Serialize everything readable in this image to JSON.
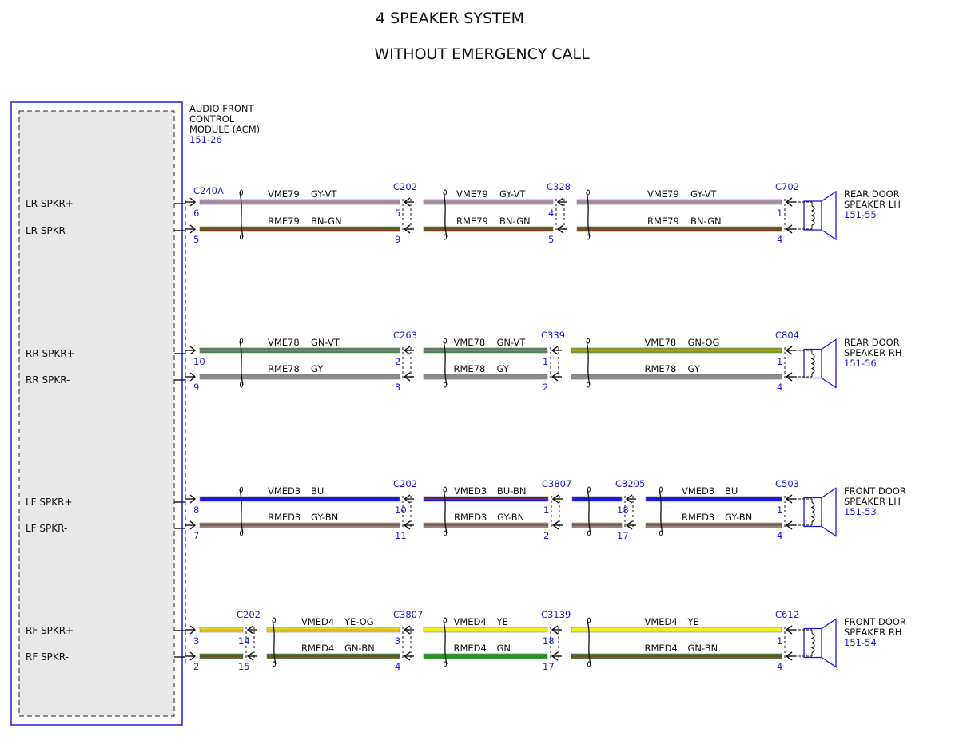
{
  "title": {
    "line1": "4 SPEAKER SYSTEM",
    "line2": "WITHOUT EMERGENCY CALL"
  },
  "acm": {
    "name": [
      "AUDIO FRONT",
      "CONTROL",
      "MODULE (ACM)"
    ],
    "ref": "151-26",
    "connector": "C240A"
  },
  "circuits": [
    {
      "id": "lr",
      "signals": [
        "LR SPKR+",
        "LR SPKR-"
      ],
      "speaker": {
        "name": [
          "REAR DOOR",
          "SPEAKER LH"
        ],
        "ref": "151-55"
      },
      "connectors": [
        {
          "name": "",
          "pins": [
            "6",
            "5"
          ]
        },
        {
          "name": "C202",
          "pins": [
            "5",
            "9"
          ]
        },
        {
          "name": "C328",
          "pins": [
            "4",
            "5"
          ]
        },
        {
          "name": "C702",
          "pins": [
            "1",
            "4"
          ]
        }
      ],
      "segments": [
        {
          "wires": [
            {
              "circuit": "VME79",
              "code": "GY-VT",
              "color": "#b48cb4",
              "stripe": "#8c8c8c"
            },
            {
              "circuit": "RME79",
              "code": "BN-GN",
              "color": "#8b3a1a",
              "stripe": "#3a7a2a"
            }
          ]
        },
        {
          "wires": [
            {
              "circuit": "VME79",
              "code": "GY-VT",
              "color": "#b48cb4",
              "stripe": "#8c8c8c"
            },
            {
              "circuit": "RME79",
              "code": "BN-GN",
              "color": "#8b3a1a",
              "stripe": "#3a7a2a"
            }
          ]
        },
        {
          "wires": [
            {
              "circuit": "VME79",
              "code": "GY-VT",
              "color": "#b48cb4",
              "stripe": "#8c8c8c"
            },
            {
              "circuit": "RME79",
              "code": "BN-GN",
              "color": "#8b3a1a",
              "stripe": "#3a7a2a"
            }
          ]
        }
      ]
    },
    {
      "id": "rr",
      "signals": [
        "RR SPKR+",
        "RR SPKR-"
      ],
      "speaker": {
        "name": [
          "REAR DOOR",
          "SPEAKER RH"
        ],
        "ref": "151-56"
      },
      "connectors": [
        {
          "name": "",
          "pins": [
            "10",
            "9"
          ]
        },
        {
          "name": "C263",
          "pins": [
            "2",
            "3"
          ]
        },
        {
          "name": "C339",
          "pins": [
            "1",
            "2"
          ]
        },
        {
          "name": "C804",
          "pins": [
            "1",
            "4"
          ]
        }
      ],
      "segments": [
        {
          "wires": [
            {
              "circuit": "VME78",
              "code": "GN-VT",
              "color": "#3f8a3f",
              "stripe": "#b48cb4"
            },
            {
              "circuit": "RME78",
              "code": "GY",
              "color": "#8c8c8c",
              "stripe": ""
            }
          ]
        },
        {
          "wires": [
            {
              "circuit": "VME78",
              "code": "GN-VT",
              "color": "#3f8a3f",
              "stripe": "#b48cb4"
            },
            {
              "circuit": "RME78",
              "code": "GY",
              "color": "#8c8c8c",
              "stripe": ""
            }
          ]
        },
        {
          "wires": [
            {
              "circuit": "VME78",
              "code": "GN-OG",
              "color": "#6aa81e",
              "stripe": "#e0a020"
            },
            {
              "circuit": "RME78",
              "code": "GY",
              "color": "#8c8c8c",
              "stripe": ""
            }
          ]
        }
      ]
    },
    {
      "id": "lf",
      "signals": [
        "LF SPKR+",
        "LF SPKR-"
      ],
      "speaker": {
        "name": [
          "FRONT DOOR",
          "SPEAKER LH"
        ],
        "ref": "151-53"
      },
      "connectors": [
        {
          "name": "",
          "pins": [
            "8",
            "7"
          ]
        },
        {
          "name": "C202",
          "pins": [
            "10",
            "11"
          ]
        },
        {
          "name": "C3807",
          "pins": [
            "1",
            "2"
          ]
        },
        {
          "name": "C3205",
          "pins": [
            "18",
            "17"
          ]
        },
        {
          "name": "C503",
          "pins": [
            "1",
            "4"
          ]
        }
      ],
      "segments": [
        {
          "wires": [
            {
              "circuit": "VMED3",
              "code": "BU",
              "color": "#1a1ae0",
              "stripe": ""
            },
            {
              "circuit": "RMED3",
              "code": "GY-BN",
              "color": "#8c8c8c",
              "stripe": "#8b3a1a"
            }
          ]
        },
        {
          "wires": [
            {
              "circuit": "VMED3",
              "code": "BU-BN",
              "color": "#1a1ae0",
              "stripe": "#a03020"
            },
            {
              "circuit": "RMED3",
              "code": "GY-BN",
              "color": "#8c8c8c",
              "stripe": "#8b3a1a"
            }
          ]
        },
        {
          "wires": [
            {
              "circuit": "",
              "code": "",
              "color": "#1a1ae0",
              "stripe": ""
            },
            {
              "circuit": "",
              "code": "",
              "color": "#8c8c8c",
              "stripe": "#8b3a1a"
            }
          ]
        },
        {
          "wires": [
            {
              "circuit": "VMED3",
              "code": "BU",
              "color": "#1a1ae0",
              "stripe": ""
            },
            {
              "circuit": "RMED3",
              "code": "GY-BN",
              "color": "#8c8c8c",
              "stripe": "#8b3a1a"
            }
          ]
        }
      ]
    },
    {
      "id": "rf",
      "signals": [
        "RF SPKR+",
        "RF SPKR-"
      ],
      "speaker": {
        "name": [
          "FRONT DOOR",
          "SPEAKER RH"
        ],
        "ref": "151-54"
      },
      "connectors": [
        {
          "name": "",
          "pins": [
            "3",
            "2"
          ]
        },
        {
          "name": "C202",
          "pins": [
            "14",
            "15"
          ]
        },
        {
          "name": "C3807",
          "pins": [
            "3",
            "4"
          ]
        },
        {
          "name": "C3139",
          "pins": [
            "18",
            "17"
          ]
        },
        {
          "name": "C612",
          "pins": [
            "1",
            "4"
          ]
        }
      ],
      "segments": [
        {
          "wires": [
            {
              "circuit": "",
              "code": "",
              "color": "#e8e020",
              "stripe": "#e0a020"
            },
            {
              "circuit": "",
              "code": "",
              "color": "#3a7a2a",
              "stripe": "#8b3a1a"
            }
          ]
        },
        {
          "wires": [
            {
              "circuit": "VMED4",
              "code": "YE-OG",
              "color": "#e8e020",
              "stripe": "#e0a020"
            },
            {
              "circuit": "RMED4",
              "code": "GN-BN",
              "color": "#3a7a2a",
              "stripe": "#8b3a1a"
            }
          ]
        },
        {
          "wires": [
            {
              "circuit": "VMED4",
              "code": "YE",
              "color": "#f0f020",
              "stripe": ""
            },
            {
              "circuit": "RMED4",
              "code": "GN",
              "color": "#1f9a1f",
              "stripe": ""
            }
          ]
        },
        {
          "wires": [
            {
              "circuit": "VMED4",
              "code": "YE",
              "color": "#f0f020",
              "stripe": ""
            },
            {
              "circuit": "RMED4",
              "code": "GN-BN",
              "color": "#3a7a2a",
              "stripe": "#8b3a1a"
            }
          ]
        }
      ]
    }
  ]
}
